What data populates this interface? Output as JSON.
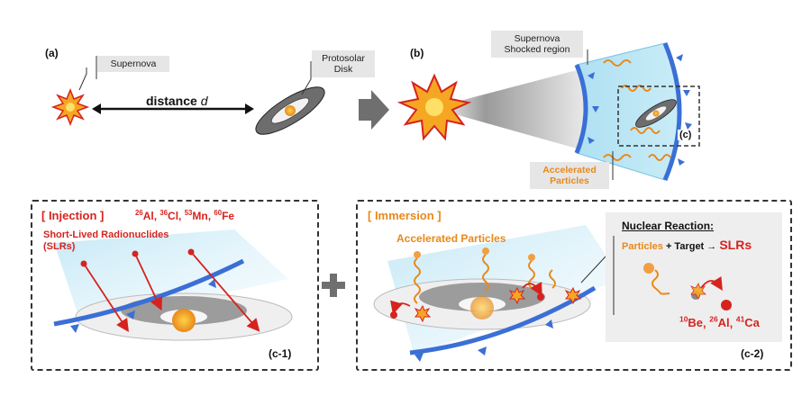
{
  "panel_a": {
    "letter": "(a)",
    "supernova_tag": "Supernova",
    "disk_tag_line1": "Protosolar",
    "disk_tag_line2": "Disk",
    "distance_word": "distance",
    "distance_var": "d"
  },
  "panel_b": {
    "letter": "(b)",
    "shocked_line1": "Supernova",
    "shocked_line2": "Shocked region",
    "accel_line1": "Accelerated",
    "accel_line2": "Particles",
    "zoom_label": "(c)"
  },
  "panel_c1": {
    "title": "[ Injection ]",
    "isotopes": [
      {
        "mass": "26",
        "el": "Al"
      },
      {
        "mass": "36",
        "el": "Cl"
      },
      {
        "mass": "53",
        "el": "Mn"
      },
      {
        "mass": "60",
        "el": "Fe"
      }
    ],
    "slr_line1": "Short-Lived Radionuclides",
    "slr_line2": "(SLRs)",
    "label": "(c-1)"
  },
  "panel_c2": {
    "title": "[ Immersion ]",
    "accel": "Accelerated Particles",
    "nr_title": "Nuclear Reaction:",
    "nr_particles": "Particles",
    "nr_plus_target": "+ Target →",
    "nr_slrs": "SLRs",
    "products": [
      {
        "mass": "10",
        "el": "Be"
      },
      {
        "mass": "26",
        "el": "Al"
      },
      {
        "mass": "41",
        "el": "Ca"
      }
    ],
    "label": "(c-2)"
  },
  "colors": {
    "shock_blue": "#3b6fd6",
    "shock_fill": "#aee0f2",
    "red": "#d6231e",
    "orange": "#e8891a",
    "arrow_gray": "#6f6f6f"
  }
}
